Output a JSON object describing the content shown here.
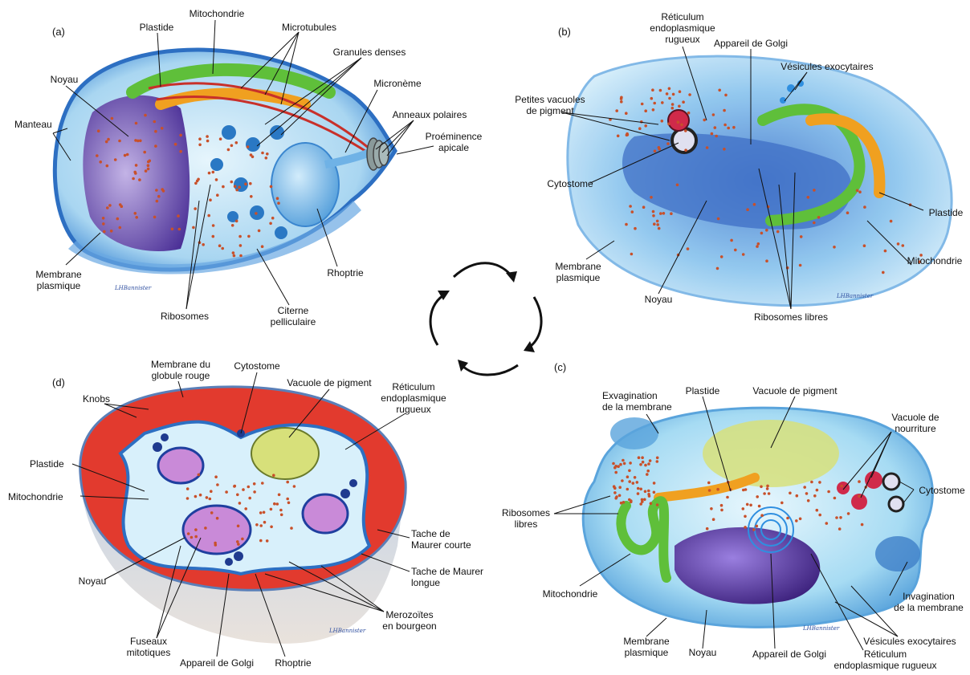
{
  "panels": {
    "a": {
      "letter": "(a)",
      "labels": {
        "mitochondrie": "Mitochondrie",
        "plastide": "Plastide",
        "microtubules": "Microtubules",
        "granules_denses": "Granules denses",
        "noyau": "Noyau",
        "microneme": "Micronème",
        "anneaux_polaires": "Anneaux polaires",
        "proeminence_apicale": "Proéminence\napicale",
        "manteau": "Manteau",
        "membrane_plasmique": "Membrane\nplasmique",
        "rhoptrie": "Rhoptrie",
        "ribosomes": "Ribosomes",
        "citerne_pelliculaire": "Citerne\npelliculaire"
      }
    },
    "b": {
      "letter": "(b)",
      "labels": {
        "reticulum": "Réticulum\nendoplasmique\nrugueux",
        "appareil_golgi": "Appareil de Golgi",
        "vesicules_exocytaires": "Vésicules exocytaires",
        "petites_vacuoles": "Petites vacuoles\nde pigment",
        "cytostome": "Cytostome",
        "plastide": "Plastide",
        "membrane_plasmique": "Membrane\nplasmique",
        "mitochondrie": "Mitochondrie",
        "noyau": "Noyau",
        "ribosomes_libres": "Ribosomes libres"
      }
    },
    "c": {
      "letter": "(c)",
      "labels": {
        "exvagination": "Exvagination\nde la membrane",
        "plastide": "Plastide",
        "vacuole_pigment": "Vacuole de pigment",
        "vacuole_nourriture": "Vacuole de\nnourriture",
        "cytostome": "Cytostome",
        "ribosomes_libres": "Ribosomes\nlibres",
        "mitochondrie": "Mitochondrie",
        "invagination": "Invagination\nde la membrane",
        "vesicules_exocytaires": "Vésicules exocytaires",
        "membrane_plasmique": "Membrane\nplasmique",
        "noyau": "Noyau",
        "appareil_golgi": "Appareil de Golgi",
        "reticulum": "Réticulum\nendoplasmique rugueux"
      }
    },
    "d": {
      "letter": "(d)",
      "labels": {
        "membrane_globule": "Membrane du\nglobule rouge",
        "cytostome": "Cytostome",
        "vacuole_pigment": "Vacuole de pigment",
        "reticulum": "Réticulum\nendoplasmique\nrugueux",
        "knobs": "Knobs",
        "plastide": "Plastide",
        "mitochondrie": "Mitochondrie",
        "tache_courte": "Tache de\nMaurer courte",
        "tache_longue": "Tache de Maurer\nlongue",
        "noyau": "Noyau",
        "merozoites": "Merozoïtes\nen bourgeon",
        "fuseaux": "Fuseaux\nmitotiques",
        "appareil_golgi": "Appareil de Golgi",
        "rhoptrie": "Rhoptrie"
      }
    }
  },
  "signature": "LHBannister",
  "colors": {
    "membrane_blue": "#3f8fd8",
    "cytoplasm": "#bfe3f6",
    "nucleus_purple": "#6a4fb0",
    "plastid_green": "#5fbf3a",
    "mito_orange": "#f0a020",
    "ribosome_red": "#c8502a",
    "rbc_red": "#e23a2e",
    "rhoptry_blue": "#6fb2e6",
    "label_text": "#111111"
  }
}
